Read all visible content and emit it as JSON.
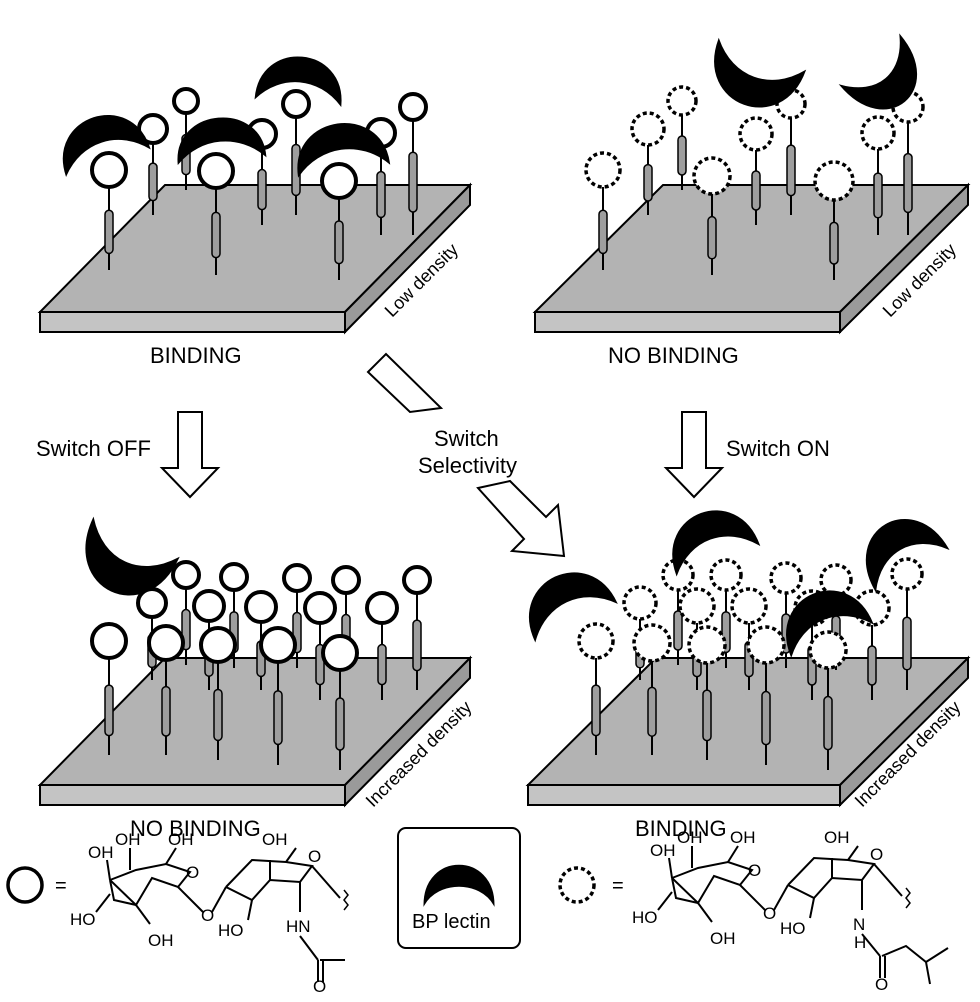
{
  "panels": [
    {
      "id": "tl",
      "caption": "BINDING",
      "density_label": "Low density"
    },
    {
      "id": "tr",
      "caption": "NO BINDING",
      "density_label": "Low density"
    },
    {
      "id": "bl",
      "caption": "NO BINDING",
      "density_label": "Increased density"
    },
    {
      "id": "br",
      "caption": "BINDING",
      "density_label": "Increased density"
    }
  ],
  "arrows": {
    "left": "Switch OFF",
    "right": "Switch ON",
    "diagonal_line1": "Switch",
    "diagonal_line2": "Selectivity"
  },
  "legend": {
    "equals": "=",
    "lectin_label": "BP lectin",
    "chem_labels": {
      "oh": "OH",
      "ho": "HO",
      "o": "O",
      "hn": "HN",
      "n": "N",
      "h": "H"
    }
  }
}
